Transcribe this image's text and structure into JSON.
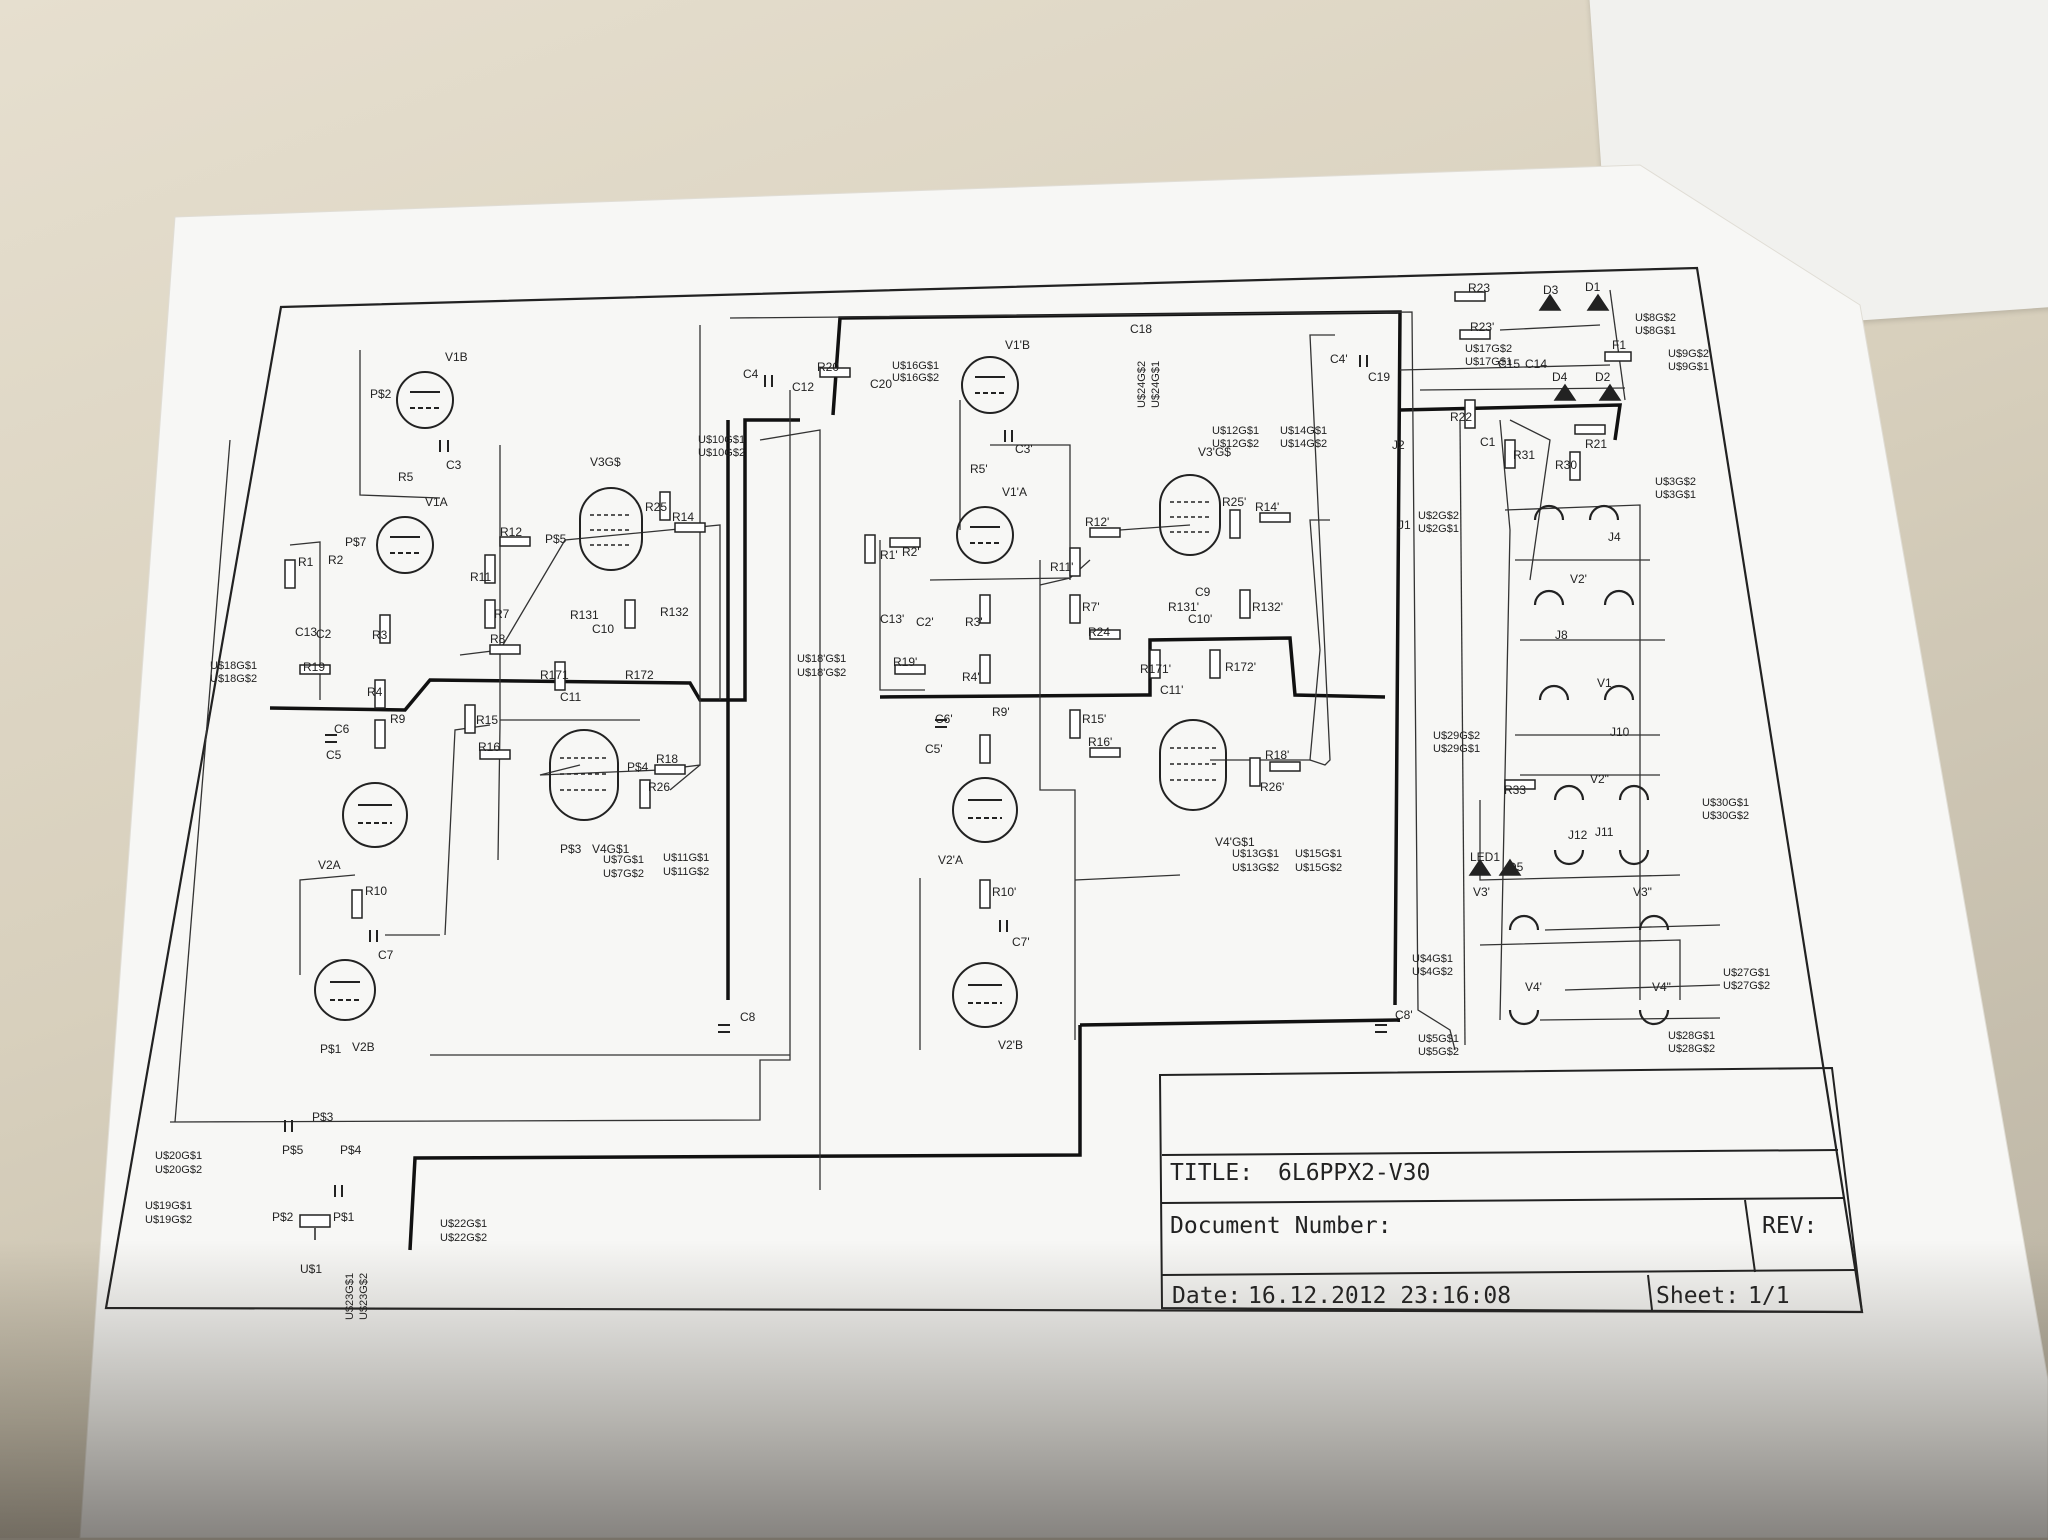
{
  "title_block": {
    "title_label": "TITLE:",
    "title_value": "6L6PPX2-V30",
    "doc_number_label": "Document Number:",
    "rev_label": "REV:",
    "date_label": "Date:",
    "date_value": "16.12.2012 23:16:08",
    "sheet_label": "Sheet:",
    "sheet_value": "1/1"
  },
  "tubes": {
    "v1b": "V1B",
    "v1a": "V1A",
    "v2a": "V2A",
    "v2b": "V2B",
    "v3gs": "V3G$",
    "v4gs": "V4G$1",
    "v1pb": "V1'B",
    "v1pa": "V1'A",
    "v2pa": "V2'A",
    "v2pb": "V2'B",
    "v3pgs": "V3'G$",
    "v4pgs": "V4'G$1"
  },
  "left_labels": {
    "r1": "R1",
    "r2": "R2",
    "r3": "R3",
    "r4": "R4",
    "r5": "R5",
    "r7": "R7",
    "r8": "R8",
    "r9": "R9",
    "r10": "R10",
    "r11": "R11",
    "r12": "R12",
    "r14": "R14",
    "r15": "R15",
    "r16": "R16",
    "r18": "R18",
    "r19": "R19",
    "r20": "R20",
    "r25": "R25",
    "r26": "R26",
    "r131": "R131",
    "r132": "R132",
    "r171": "R171",
    "r172": "R172",
    "c2": "C2",
    "c3": "C3",
    "c4": "C4",
    "c5": "C5",
    "c6": "C6",
    "c7": "C7",
    "c8": "C8",
    "c10": "C10",
    "c11": "C11",
    "c12": "C12",
    "c13": "C13",
    "c20": "C20",
    "ps7a": "P$7",
    "ps5a": "P$5",
    "ps2a": "P$2",
    "ps1a": "P$1",
    "ps3a": "P$3",
    "ps4a": "P$4",
    "us18g1": "U$18G$1",
    "us18g2": "U$18G$2",
    "us10g1": "U$10G$1",
    "us10g2": "U$10G$2",
    "us11g1": "U$11G$1",
    "us11g2": "U$11G$2",
    "us7g1": "U$7G$1",
    "us7g2": "U$7G$2",
    "us16g1": "U$16G$1",
    "us16g2": "U$16G$2"
  },
  "center_labels": {
    "r1p": "R1'",
    "r2p": "R2'",
    "r3p": "R3'",
    "r4p": "R4'",
    "r5p": "R5'",
    "r7p": "R7'",
    "r9p": "R9'",
    "r10p": "R10'",
    "r11p": "R11'",
    "r12p": "R12'",
    "r14p": "R14'",
    "r15p": "R15'",
    "r16p": "R16'",
    "r18p": "R18'",
    "r19p": "R19'",
    "r24": "R24",
    "r25p": "R25'",
    "r26p": "R26'",
    "r131p": "R131'",
    "r132p": "R132'",
    "r171p": "R171'",
    "r172p": "R172'",
    "c3p": "C3'",
    "c5p": "C5'",
    "c6p": "C6'",
    "c7p": "C7'",
    "c8p": "C8'",
    "c9": "C9",
    "c10p": "C10'",
    "c11p": "C11'",
    "c13p": "C13'",
    "c2p": "C2'",
    "c18": "C18",
    "us18pg1": "U$18'G$1",
    "us18pg2": "U$18'G$2",
    "us12g1": "U$12G$1",
    "us12g2": "U$12G$2",
    "us14g1": "U$14G$1",
    "us14g2": "U$14G$2",
    "us13g1": "U$13G$1",
    "us13g2": "U$13G$2",
    "us15g1": "U$15G$1",
    "us15g2": "U$15G$2",
    "us24g1": "U$24G$1",
    "us24g2": "U$24G$2"
  },
  "right_labels": {
    "r21": "R21",
    "r22": "R22",
    "r23": "R23",
    "r23p": "R23'",
    "r30": "R30",
    "r31": "R31",
    "r33": "R33",
    "c1": "C1",
    "c4p": "C4'",
    "c14": "C14",
    "c15": "C15",
    "c19": "C19",
    "d1": "D1",
    "d2": "D2",
    "d3": "D3",
    "d4": "D4",
    "d5": "D5",
    "f1": "F1",
    "led1": "LED1",
    "j1": "J1",
    "j2": "J2",
    "j4": "J4",
    "j8": "J8",
    "j10": "J10",
    "j11": "J11",
    "j12": "J12",
    "v1r": "V1",
    "v2pr": "V2'",
    "v2ppr": "V2\"",
    "v3pr": "V3'",
    "v3ppr": "V3\"",
    "v4pr": "V4'",
    "v4ppr": "V4\"",
    "us8g2": "U$8G$2",
    "us8g1": "U$8G$1",
    "us9g2": "U$9G$2",
    "us9g1": "U$9G$1",
    "us17g2": "U$17G$2",
    "us17g1": "U$17G$1",
    "us3g2": "U$3G$2",
    "us3g1": "U$3G$1",
    "us2g2": "U$2G$2",
    "us2g1": "U$2G$1",
    "us29g2": "U$29G$2",
    "us29g1": "U$29G$1",
    "us30g1": "U$30G$1",
    "us30g2": "U$30G$2",
    "us4g1": "U$4G$1",
    "us4g2": "U$4G$2",
    "us5g1": "U$5G$1",
    "us5g2": "U$5G$2",
    "us27g1": "U$27G$1",
    "us27g2": "U$27G$2",
    "us28g1": "U$28G$1",
    "us28g2": "U$28G$2"
  },
  "bottom_labels": {
    "us20g1": "U$20G$1",
    "us20g2": "U$20G$2",
    "us19g1": "U$19G$1",
    "us19g2": "U$19G$2",
    "us22g1": "U$22G$1",
    "us22g2": "U$22G$2",
    "us23g1": "U$23G$1",
    "us23g2": "U$23G$2",
    "us1": "U$1",
    "ps4b": "P$4",
    "ps1b": "P$1",
    "ps2b": "P$2",
    "ps5b": "P$5",
    "ps3b": "P$3"
  }
}
